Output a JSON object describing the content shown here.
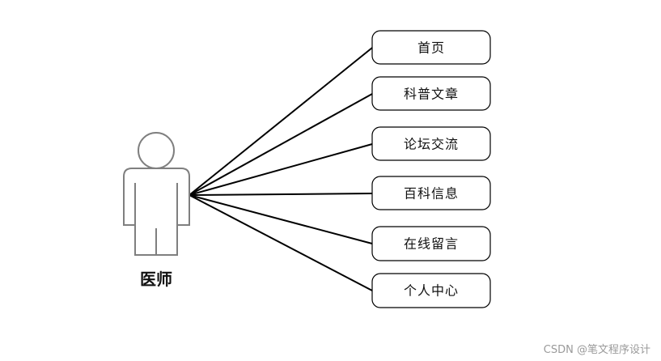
{
  "actor": {
    "label": "医师"
  },
  "use_cases": [
    {
      "label": "首页"
    },
    {
      "label": "科普文章"
    },
    {
      "label": "论坛交流"
    },
    {
      "label": "百科信息"
    },
    {
      "label": "在线留言"
    },
    {
      "label": "个人中心"
    }
  ],
  "watermark": {
    "text": "CSDN @笔文程序设计"
  },
  "colors": {
    "actor_stroke": "#7f7f7f",
    "line": "#000000",
    "box_border": "#000000",
    "watermark": "#9a9a9a"
  }
}
